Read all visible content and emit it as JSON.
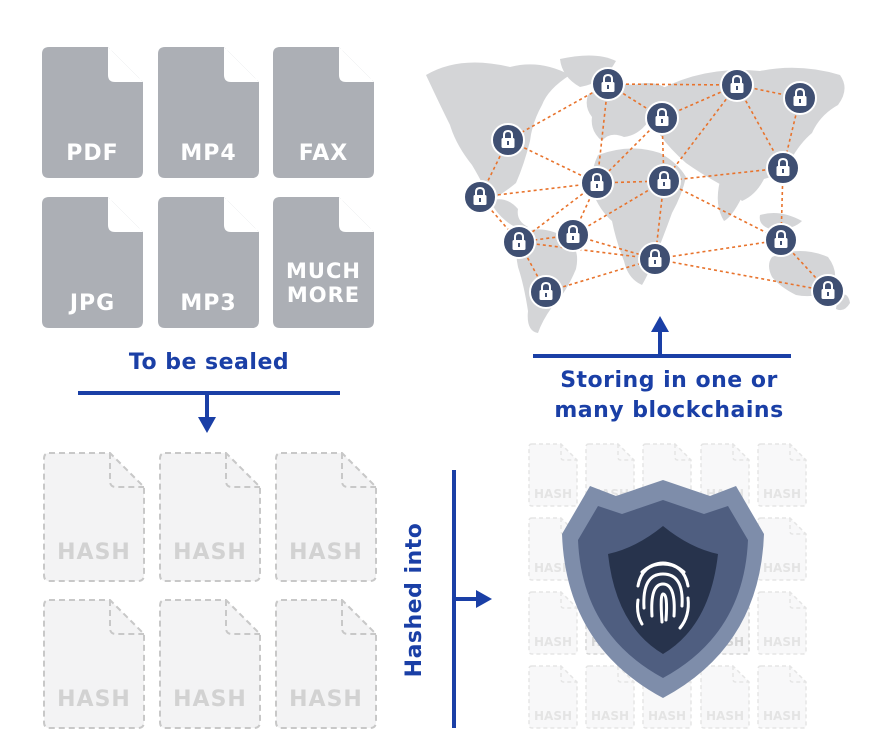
{
  "source_files": [
    "PDF",
    "MP4",
    "FAX",
    "JPG",
    "MP3",
    "MUCH MORE"
  ],
  "hash_label": "HASH",
  "steps": {
    "seal": "To be sealed",
    "hash": "Hashed into",
    "store": "Storing in one or many blockchains"
  },
  "colors": {
    "file_gray": "#acafb5",
    "accent_blue": "#1a3fa6",
    "node_navy": "#3f4f72",
    "link_orange": "#e8732c",
    "map_gray": "#d4d5d7",
    "shield_outer": "#7e8daa",
    "shield_inner": "#34435f"
  },
  "icons": {
    "node": "lock-icon",
    "shield": "fingerprint-shield-icon"
  }
}
